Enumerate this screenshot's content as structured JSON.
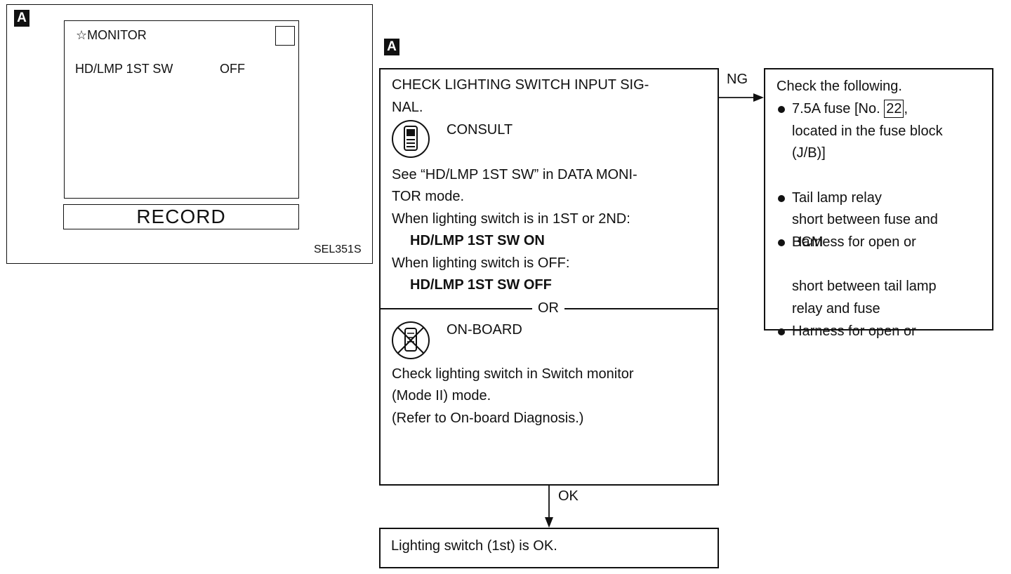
{
  "badges": {
    "left": "A",
    "right": "A"
  },
  "screen": {
    "header": "MONITOR",
    "item_label": "HD/LMP 1ST SW",
    "item_value": "OFF",
    "record_button": "RECORD",
    "figure_code": "SEL351S"
  },
  "check": {
    "title_line1": "CHECK LIGHTING SWITCH INPUT SIG-",
    "title_line2": "NAL.",
    "consult_label": "CONSULT",
    "consult_line1": "See “HD/LMP 1ST SW” in DATA MONI-",
    "consult_line2": "TOR mode.",
    "consult_line3": "When lighting switch is in 1ST or 2ND:",
    "result_on": "HD/LMP 1ST SW ON",
    "consult_line4": "When lighting switch is OFF:",
    "result_off": "HD/LMP 1ST SW OFF",
    "or_label": "OR",
    "onboard_label": "ON-BOARD",
    "onboard_line1": "Check lighting switch in Switch monitor",
    "onboard_line2": "(Mode II) mode.",
    "onboard_line3": "(Refer to On-board Diagnosis.)"
  },
  "ng": {
    "label": "NG",
    "heading": "Check the following.",
    "fuse_prefix": "7.5A fuse [No.",
    "fuse_number": "22",
    "fuse_suffix": ",",
    "fuse_line2": "located in the fuse block",
    "fuse_line3": "(J/B)]",
    "item_tail_relay": "Tail lamp relay",
    "harness1_line1": "Harness for open or",
    "harness1_line2": "short between fuse and",
    "harness1_line3": "BCM",
    "harness2_line1": "Harness for open or",
    "harness2_line2": "short between tail lamp",
    "harness2_line3": "relay and fuse"
  },
  "ok": {
    "label": "OK",
    "result": "Lighting switch (1st) is OK."
  },
  "icons": {
    "star": "star-outline-icon",
    "consult": "consult-tester-icon",
    "onboard": "no-tester-icon"
  }
}
